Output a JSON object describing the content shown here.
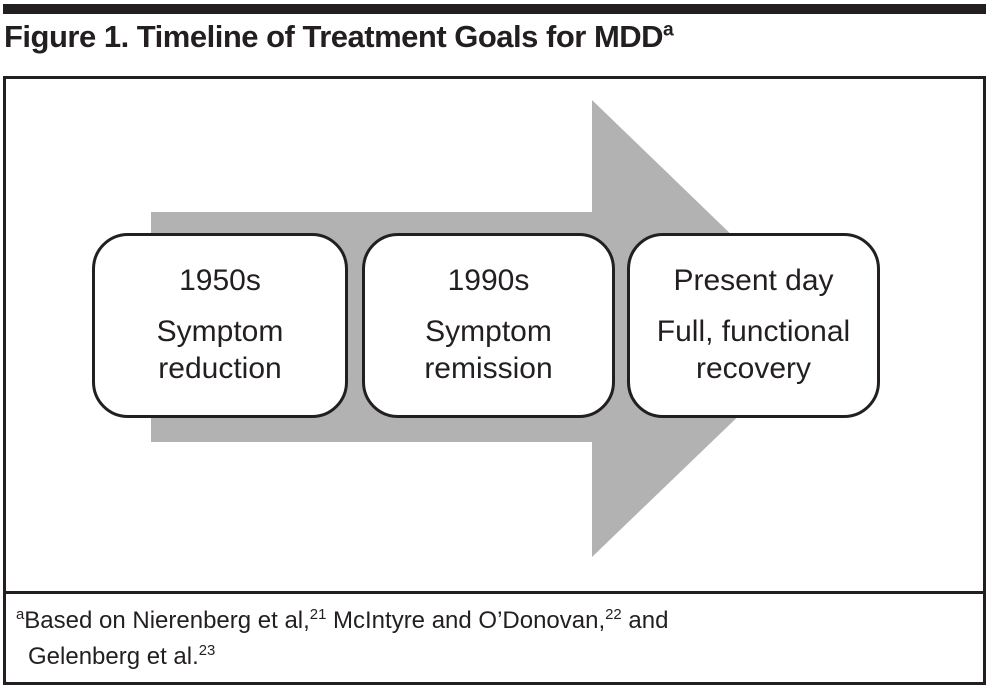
{
  "title": {
    "text": "Figure 1. Timeline of Treatment Goals for MDD",
    "superscript": "a"
  },
  "timeline": {
    "stages": [
      {
        "era": "1950s",
        "goal": "Symptom reduction"
      },
      {
        "era": "1990s",
        "goal": "Symptom remission"
      },
      {
        "era": "Present day",
        "goal": "Full, functional recovery"
      }
    ]
  },
  "footnote": {
    "marker": "a",
    "line1_part1": "Based on Nierenberg et al,",
    "ref1": "21",
    "line1_part2": " McIntyre and O’Donovan,",
    "ref2": "22",
    "line1_part3": " and",
    "line2_text": "Gelenberg et al.",
    "ref3": "23"
  },
  "colors": {
    "arrow_gray": "#b2b2b2",
    "ink": "#231f20"
  }
}
